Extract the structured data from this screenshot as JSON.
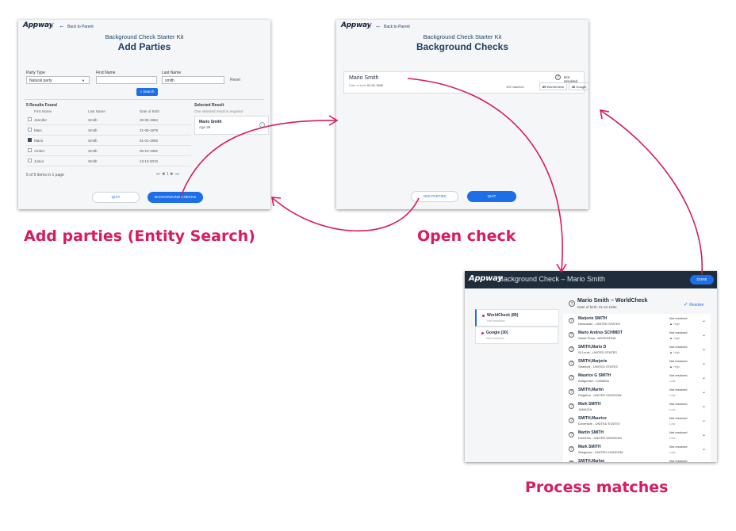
{
  "colors": {
    "brand": "#1d3f66",
    "accent": "#1e6ee8",
    "arrow": "#d81b60",
    "dark_header": "#1e2c3b"
  },
  "panel1": {
    "logo": "Appway",
    "back": "Back to Parent",
    "kit": "Background Check Starter Kit",
    "title": "Add Parties",
    "party_type_label": "Party Type",
    "party_type_value": "Natural party",
    "first_name_label": "First Name",
    "first_name_value": "",
    "last_name_label": "Last Name",
    "last_name_value": "smith",
    "reset": "Reset",
    "search": "Search",
    "results_found": "5 Results Found",
    "col_first": "First Name",
    "col_last": "Last Name",
    "col_dob": "Date of Birth",
    "rows": [
      {
        "first": "Jennifer",
        "last": "Smith",
        "dob": "30-05-1984",
        "checked": false
      },
      {
        "first": "Marc",
        "last": "Smith",
        "dob": "21-08-1979",
        "checked": false
      },
      {
        "first": "Mario",
        "last": "Smith",
        "dob": "01-01-1990",
        "checked": true
      },
      {
        "first": "Amber",
        "last": "Smith",
        "dob": "30-10-1992",
        "checked": false
      },
      {
        "first": "Junior",
        "last": "Smith",
        "dob": "13-12-2010",
        "checked": false
      }
    ],
    "selected_title": "Selected Result",
    "selected_hint": "One selected result is required",
    "selected_name": "Mario Smith",
    "selected_age": "Age 29",
    "pager_text": "5 of 5 items in 1 page",
    "page_num": "1",
    "quit": "QUIT",
    "bg_checks": "BACKGROUND CHECKS"
  },
  "panel2": {
    "logo": "Appway",
    "back": "Back to Parent",
    "kit": "Background Check Starter Kit",
    "title": "Background Checks",
    "name": "Mario Smith",
    "dob_label": "Date of birth",
    "dob": "01.01.1990",
    "status": "Not resolved",
    "matches": "119 matches",
    "worldcheck_count": "89",
    "worldcheck_label": "WorldCheck",
    "google_count": "30",
    "google_label": "Google",
    "add_parties": "ADD PARTIES",
    "quit": "QUIT"
  },
  "panel3": {
    "logo": "Appway",
    "header": "Background Check – Mario Smith",
    "done": "DONE",
    "sources": [
      {
        "label": "WorldCheck (89)",
        "status": "Not resolved"
      },
      {
        "label": "Google (30)",
        "status": "Not resolved"
      }
    ],
    "section_title": "Mario Smith – WorldCheck",
    "section_dob": "Date of birth: 01.01.1990",
    "resolve": "Resolve",
    "matches": [
      {
        "name": "Marjorie SMITH",
        "loc": "Newcastle - UNITED STATES",
        "status": "Not resolved",
        "risk": "High",
        "high": true
      },
      {
        "name": "Mario Andres SCHMIDT",
        "loc": "Santa Rosa - ARGENTINA",
        "status": "Not resolved",
        "risk": "High",
        "high": true
      },
      {
        "name": "SMITH,Mario D",
        "loc": "St Louis - UNITED STATES",
        "status": "Not resolved",
        "risk": "High",
        "high": true
      },
      {
        "name": "SMITH,Marjorie",
        "loc": "Stratford - UNITED STATES",
        "status": "Not resolved",
        "risk": "High",
        "high": true
      },
      {
        "name": "Maurice G SMITH",
        "loc": "Antigonish - CANADA",
        "status": "Not resolved",
        "risk": "Low",
        "high": false
      },
      {
        "name": "SMITH,Martin",
        "loc": "Paignton - UNITED KINGDOM",
        "status": "Not resolved",
        "risk": "Low",
        "high": false
      },
      {
        "name": "Mark SMITH",
        "loc": "JAMAICA",
        "status": "Not resolved",
        "risk": "Low",
        "high": false
      },
      {
        "name": "SMITH,Maurice",
        "loc": "Doverside - UNITED STATES",
        "status": "Not resolved",
        "risk": "Low",
        "high": false
      },
      {
        "name": "Martin SMITH",
        "loc": "Dumfries - UNITED KINGDOM",
        "status": "Not resolved",
        "risk": "Low",
        "high": false
      },
      {
        "name": "Mark SMITH",
        "loc": "Skegness - UNITED KINGDOM",
        "status": "Not resolved",
        "risk": "Low",
        "high": false
      },
      {
        "name": "SMITH,Marlon",
        "loc": "",
        "status": "Not resolved",
        "risk": "",
        "high": false
      }
    ]
  },
  "captions": {
    "add": "Add parties (Entity Search)",
    "open": "Open check",
    "process": "Process matches"
  }
}
